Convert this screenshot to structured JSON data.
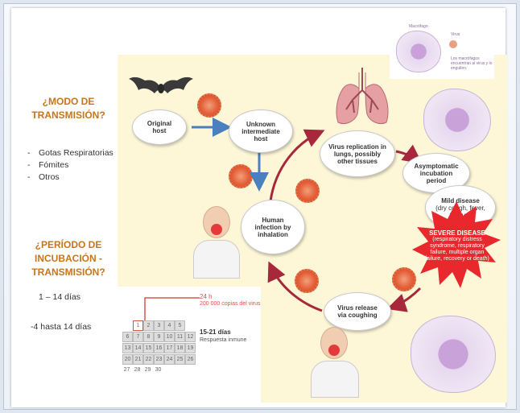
{
  "left": {
    "question1": [
      "¿MODO DE",
      "TRANSMISIÓN?"
    ],
    "routes": [
      "Gotas Respiratorias",
      "Fómites",
      "Otros"
    ],
    "question2": [
      "¿PERÍODO DE",
      "INCUBACIÓN -",
      "TRANSMISIÓN?"
    ],
    "range1": "1 – 14 días",
    "range2": "-4 hasta 14 días"
  },
  "cycle": {
    "original_host": "Original host",
    "intermediate_host": "Unknown intermediate host",
    "infection": "Human infection by inhalation",
    "replication": "Virus replication in lungs, possibly other tissues",
    "asymptomatic": "Asymptomatic incubation period",
    "mild": "Mild disease",
    "mild_detail": "(dry cough, fever, fatigue)",
    "severe": "SEVERE DISEASE",
    "severe_detail": "(respiratory distress syndrome, respiratory failure, multiple organ failure, recovery or death)",
    "release": "Virus release via coughing"
  },
  "macrophage_caption": {
    "title": "Macrófago",
    "virus": "Virus",
    "text": "Los macrófagos encuentran al virus y lo engullen."
  },
  "timeline": {
    "d24h_label": "24 h",
    "d24h_text": "200 000 copias del virus",
    "d1521_label": "15-21 días",
    "d1521_text": "Respuesta inmune",
    "calendar_rows": [
      [
        "",
        "1",
        "2",
        "3",
        "4",
        "5"
      ],
      [
        "6",
        "7",
        "8",
        "9",
        "10",
        "11",
        "12"
      ],
      [
        "13",
        "14",
        "15",
        "16",
        "17",
        "18",
        "19"
      ],
      [
        "20",
        "21",
        "22",
        "23",
        "24",
        "25",
        "26"
      ],
      [
        "27",
        "28",
        "29",
        "30"
      ]
    ]
  },
  "colors": {
    "accent_orange": "#c8751a",
    "arrow_blue": "#4a7fc0",
    "arrow_red": "#a8283b",
    "panel_bg": "#fdf7d8",
    "severe_red": "#e8282d"
  },
  "icons": [
    "bat-icon",
    "lungs-icon",
    "virus-icon",
    "macrophage-icon",
    "person-icon",
    "calendar-icon"
  ]
}
